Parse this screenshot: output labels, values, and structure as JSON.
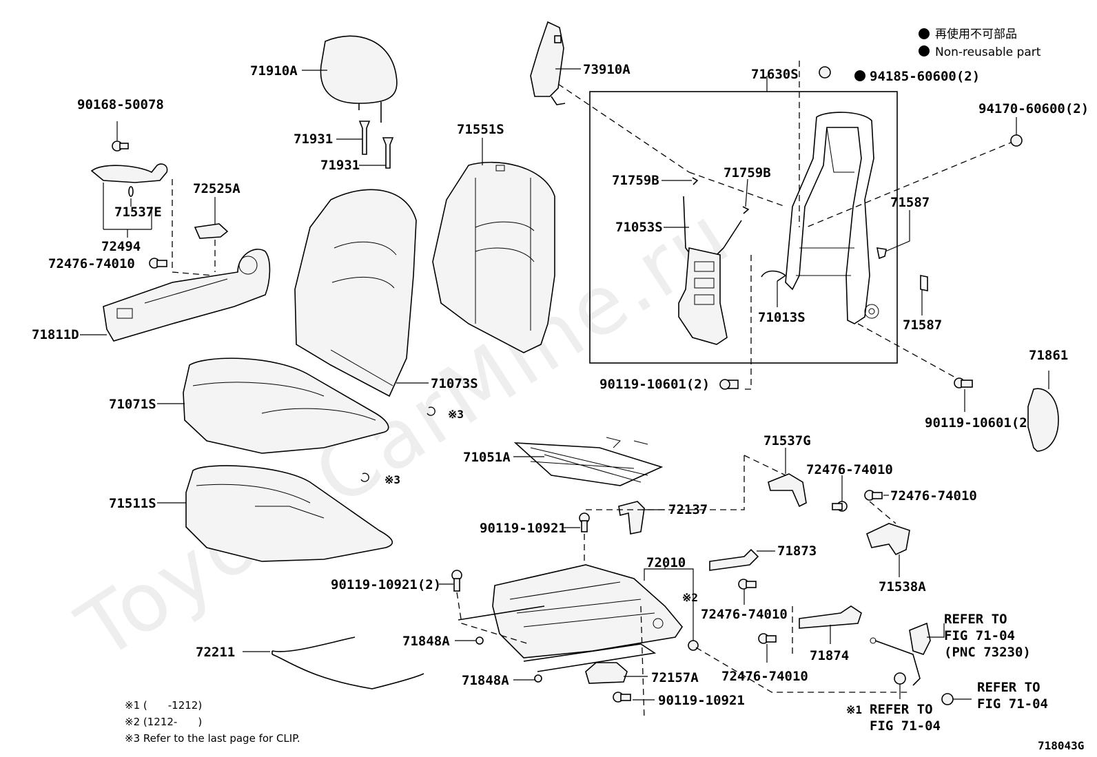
{
  "watermark": "ToyotaCarMine.ru",
  "legend": {
    "jp": "再使用不可部品",
    "en": "Non-reusable part"
  },
  "labels": {
    "l71910A": "71910A",
    "l73910A": "73910A",
    "l71630S": "71630S",
    "l94185": "94185-60600(2)",
    "l94170": "94170-60600(2)",
    "l90168": "90168-50078",
    "l71931a": "71931",
    "l71931b": "71931",
    "l71551S": "71551S",
    "l71759Ba": "71759B",
    "l71759Bb": "71759B",
    "l71537E": "71537E",
    "l72525A": "72525A",
    "l72494": "72494",
    "l71053S": "71053S",
    "l71587a": "71587",
    "l71587b": "71587",
    "l72476a": "72476-74010",
    "l71811D": "71811D",
    "l71013S": "71013S",
    "l71861": "71861",
    "l71073S": "71073S",
    "l90119_10601a": "90119-10601(2)",
    "l90119_10601b": "90119-10601(2)",
    "l71071S": "71071S",
    "l71051A": "71051A",
    "l71537G": "71537G",
    "l72476b": "72476-74010",
    "l72476c": "72476-74010",
    "l71511S": "71511S",
    "l72137": "72137",
    "l90119_10921a": "90119-10921",
    "l71873": "71873",
    "l72010": "72010",
    "l71538A": "71538A",
    "l90119_10921b": "90119-10921(2)",
    "l72476d": "72476-74010",
    "l71848Aa": "71848A",
    "l71874": "71874",
    "l72211": "72211",
    "l72476e": "72476-74010",
    "l71848Ab": "71848A",
    "l72157A": "72157A",
    "l90119_10921c": "90119-10921",
    "refer1a": "REFER TO",
    "refer1b": "FIG 71-04",
    "refer1c": "(PNC 73230)",
    "refer2a": "REFER TO",
    "refer2b": "FIG 71-04",
    "refer3a": "REFER TO",
    "refer3b": "FIG 71-04",
    "mark1": "※1",
    "mark2": "※2",
    "mark3a": "※3",
    "mark3b": "※3",
    "figno": "718043G"
  },
  "notes": {
    "n1": "※1 (　　-1212)",
    "n2": "※2 (1212-　　)",
    "n3": "※3  Refer to the last page for CLIP."
  }
}
